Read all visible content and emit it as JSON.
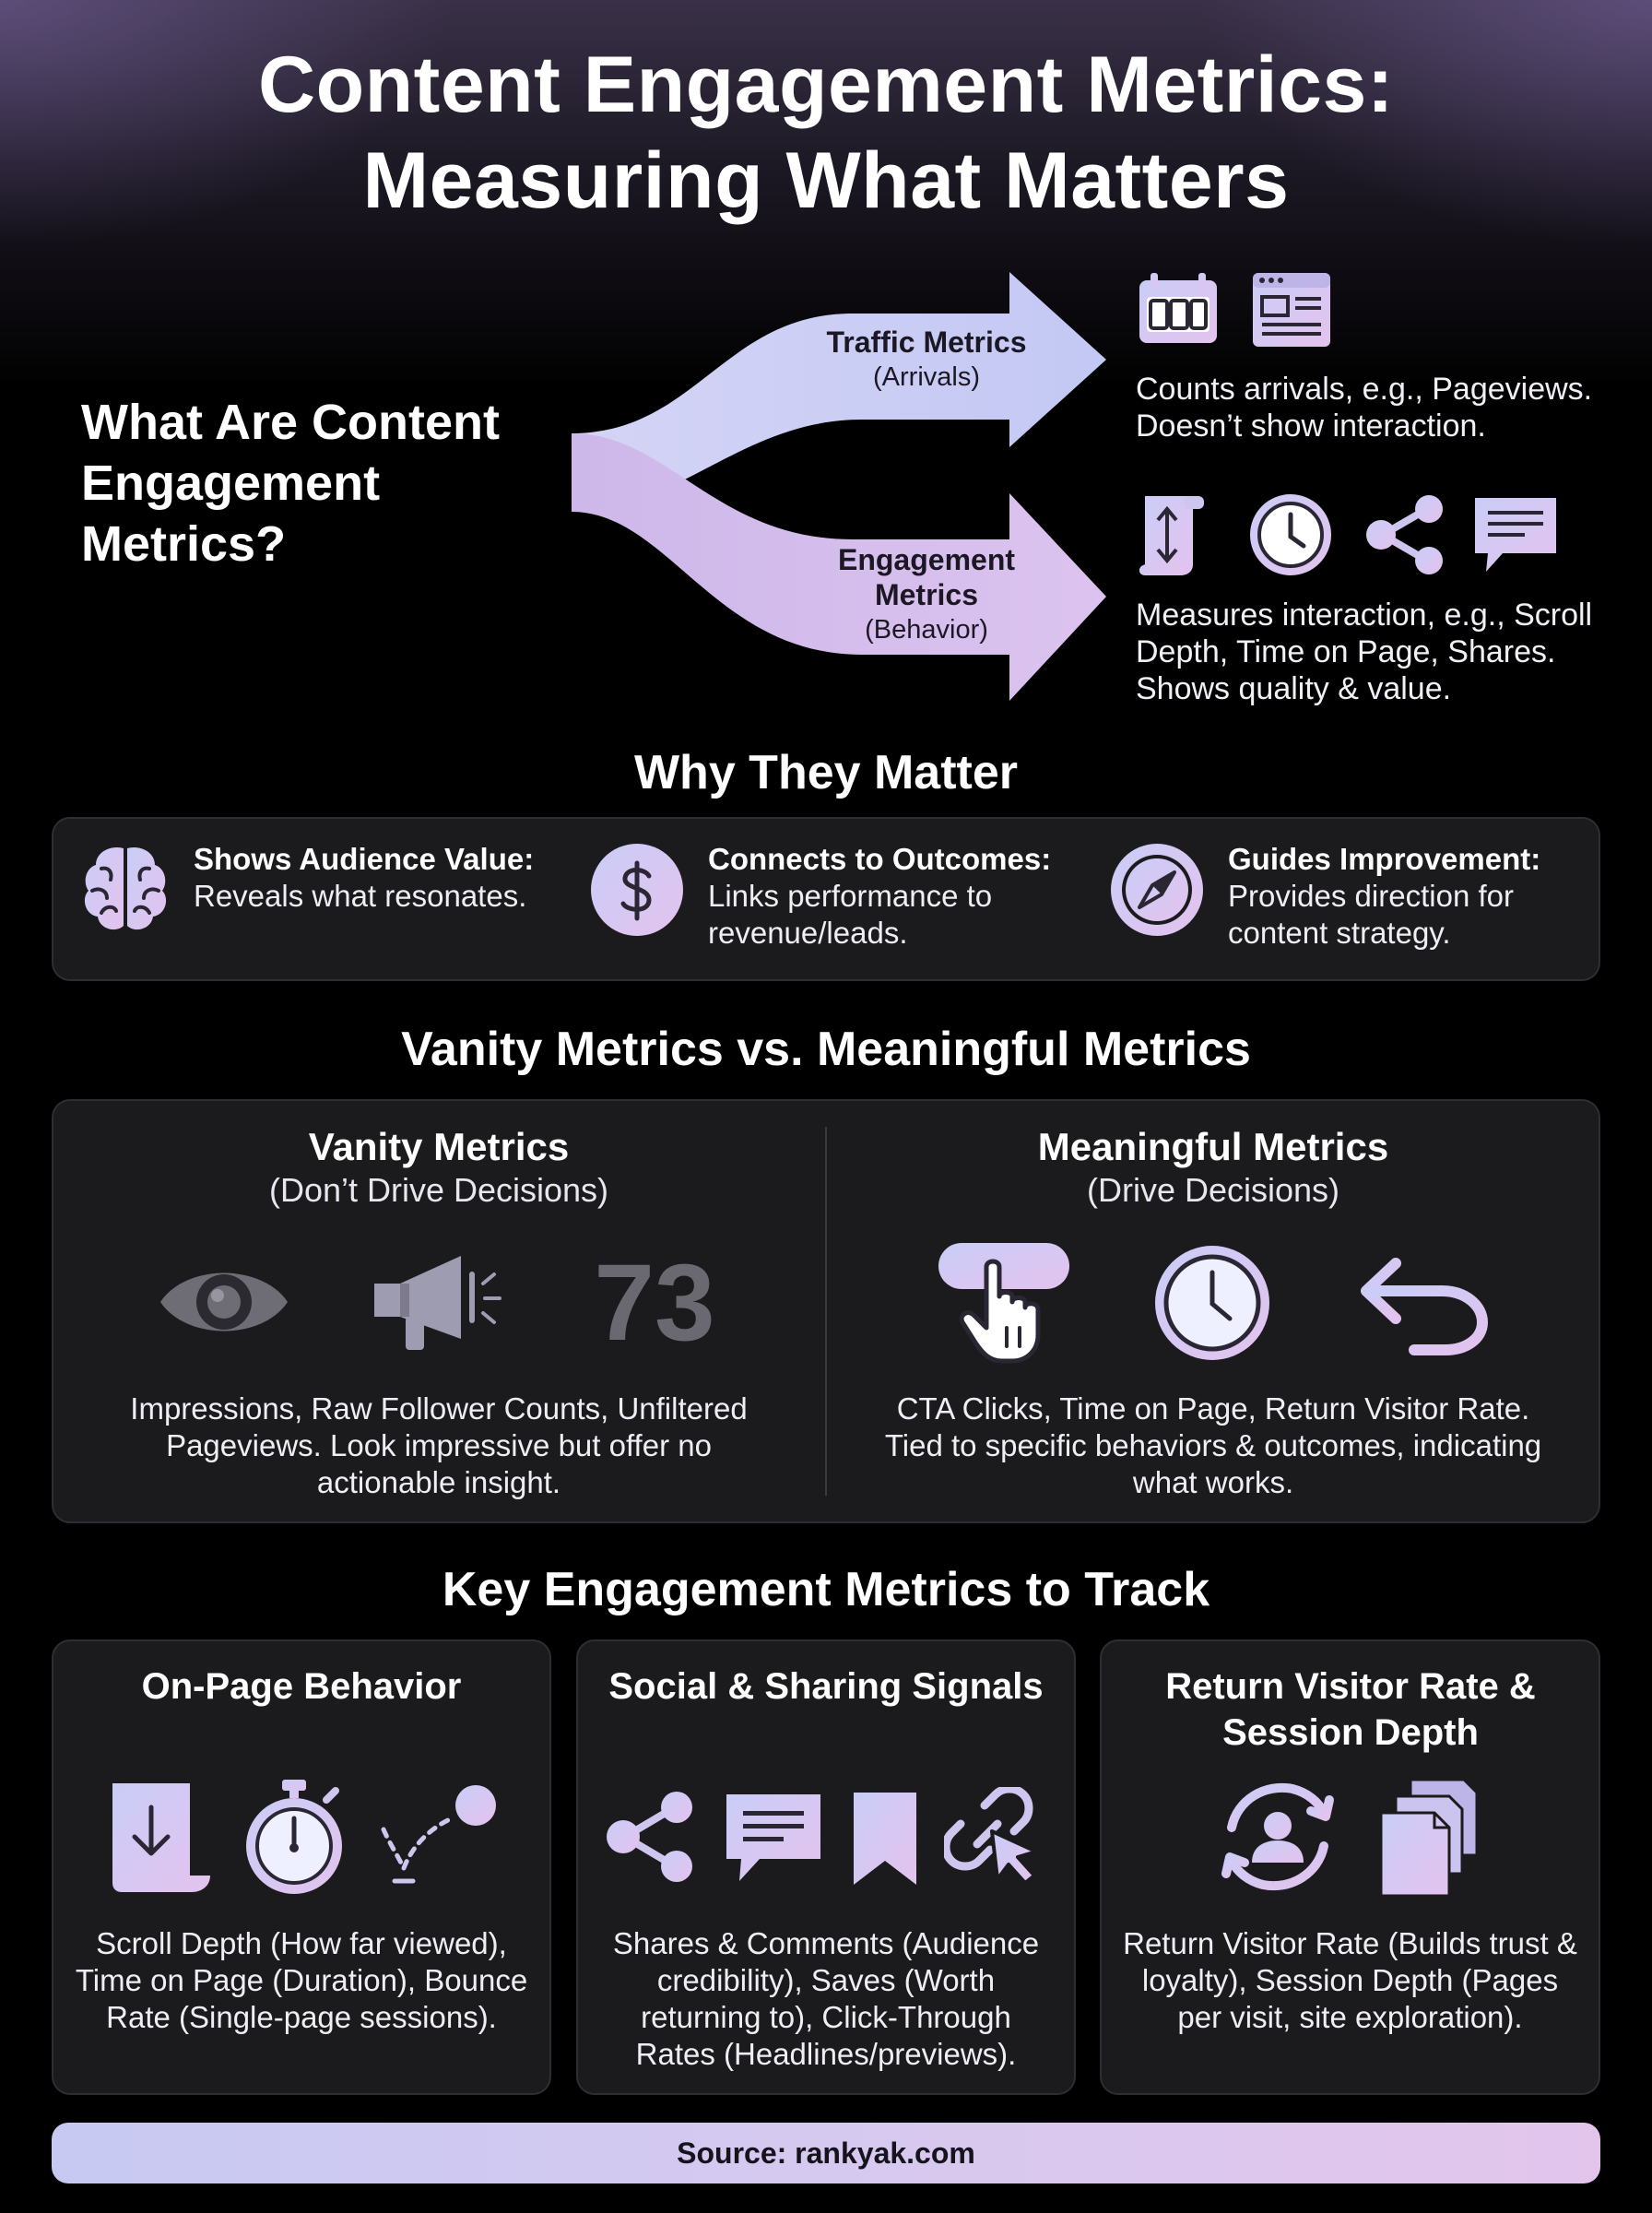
{
  "title": {
    "line1": "Content Engagement Metrics:",
    "line2": "Measuring What Matters"
  },
  "what": {
    "heading": "What Are Content Engagement Metrics?",
    "traffic": {
      "label": "Traffic Metrics",
      "sublabel": "(Arrivals)",
      "desc": "Counts arrivals, e.g., Pageviews. Doesn’t show interaction.",
      "icons": [
        "counter-icon",
        "webpage-icon"
      ]
    },
    "engagement": {
      "label_line1": "Engagement",
      "label_line2": "Metrics",
      "sublabel": "(Behavior)",
      "desc": "Measures interaction, e.g., Scroll Depth, Time on Page, Shares. Shows quality & value.",
      "icons": [
        "scroll-icon",
        "clock-icon",
        "share-icon",
        "comment-icon"
      ]
    }
  },
  "why": {
    "heading": "Why They Matter",
    "items": [
      {
        "title": "Shows Audience Value:",
        "text": "Reveals what resonates.",
        "icon": "brain-icon"
      },
      {
        "title": "Connects to Outcomes:",
        "text": "Links performance to revenue/leads.",
        "icon": "dollar-icon"
      },
      {
        "title": "Guides Improvement:",
        "text": "Provides direction for content strategy.",
        "icon": "compass-icon"
      }
    ]
  },
  "vanity": {
    "heading": "Vanity Metrics vs. Meaningful Metrics",
    "left": {
      "title": "Vanity Metrics",
      "subtitle": "(Don’t Drive Decisions)",
      "number": "73",
      "desc": "Impressions, Raw Follower Counts, Unfiltered Pageviews. Look impressive but offer no actionable insight.",
      "icons": [
        "eye-icon",
        "megaphone-icon"
      ]
    },
    "right": {
      "title": "Meaningful Metrics",
      "subtitle": "(Drive Decisions)",
      "desc": "CTA Clicks, Time on Page, Return Visitor Rate. Tied to specific behaviors & outcomes, indicating what works.",
      "icons": [
        "click-icon",
        "clock-icon",
        "return-arrow-icon"
      ]
    }
  },
  "key": {
    "heading": "Key Engagement Metrics to Track",
    "cards": [
      {
        "title": "On-Page Behavior",
        "desc": "Scroll Depth (How far viewed), Time on Page (Duration), Bounce Rate (Single-page sessions).",
        "icons": [
          "scroll-down-icon",
          "stopwatch-icon",
          "bounce-icon"
        ]
      },
      {
        "title": "Social & Sharing Signals",
        "desc": "Shares & Comments (Audience credibility), Saves (Worth returning to), Click-Through Rates (Headlines/previews).",
        "icons": [
          "share-icon",
          "comment-icon",
          "bookmark-icon",
          "link-click-icon"
        ]
      },
      {
        "title": "Return Visitor Rate & Session Depth",
        "desc": "Return Visitor Rate (Builds trust & loyalty), Session Depth (Pages per visit, site exploration).",
        "icons": [
          "returning-user-icon",
          "pages-stack-icon"
        ]
      }
    ]
  },
  "source": "Source: rankyak.com",
  "colors": {
    "gradient_start": "#c7c9f3",
    "gradient_end": "#e3c5ec",
    "card_bg": "#1b1b1d"
  }
}
